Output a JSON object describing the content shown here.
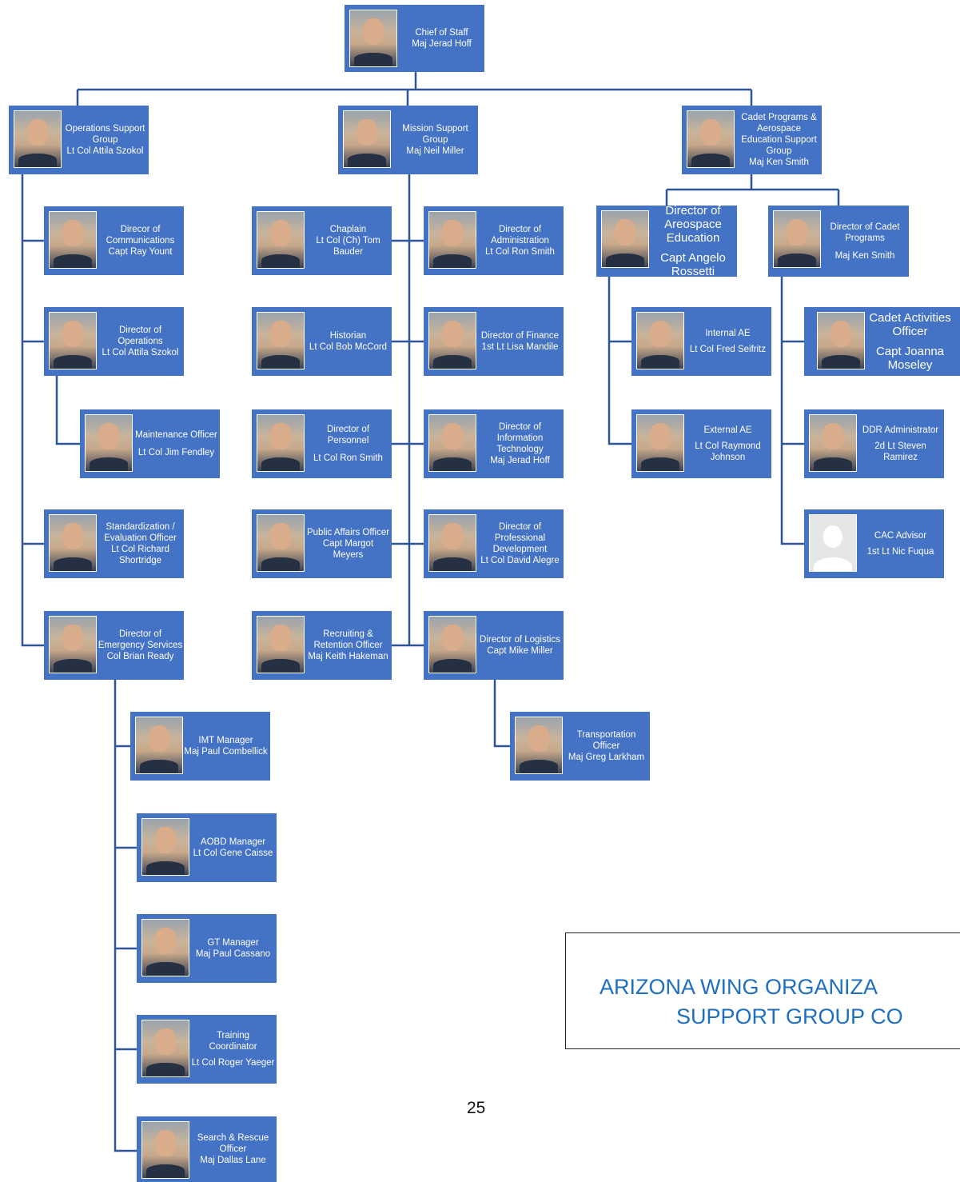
{
  "chief": {
    "title": "Chief of Staff",
    "name": "Maj Jerad Hoff"
  },
  "groups": {
    "operations": {
      "title": "Operations Support Group",
      "name": "Lt Col Attila Szokol"
    },
    "mission": {
      "title": "Mission Support Group",
      "name": "Maj Neil Miller"
    },
    "cadet": {
      "title": "Cadet Programs & Aerospace Education Support Group",
      "name": "Maj Ken Smith"
    }
  },
  "ops": {
    "communications": {
      "title": "Direcor of Communications",
      "name": "Capt Ray Yount"
    },
    "operations": {
      "title": "Director of Operations",
      "name": "Lt Col Attila Szokol"
    },
    "maintenance": {
      "title": "Maintenance Officer",
      "name": "Lt Col Jim Fendley"
    },
    "standardization": {
      "title": "Standardization / Evaluation Officer",
      "name": "Lt Col Richard Shortridge"
    },
    "emergency": {
      "title": "Director of Emergency Services",
      "name": "Col Brian Ready"
    },
    "imt": {
      "title": "IMT Manager",
      "name": "Maj Paul Combellick"
    },
    "aobd": {
      "title": "AOBD Manager",
      "name": "Lt Col Gene Caisse"
    },
    "gt": {
      "title": "GT Manager",
      "name": "Maj Paul Cassano"
    },
    "training": {
      "title": "Training Coordinator",
      "name": "Lt Col Roger Yaeger"
    },
    "sar": {
      "title": "Search & Rescue Officer",
      "name": "Maj Dallas Lane"
    }
  },
  "mission": {
    "chaplain": {
      "title": "Chaplain",
      "name": "Lt Col (Ch) Tom Bauder"
    },
    "historian": {
      "title": "Historian",
      "name": "Lt Col Bob McCord"
    },
    "personnel": {
      "title": "Director of Personnel",
      "name": "Lt Col Ron Smith"
    },
    "public_affairs": {
      "title": "Public Affairs Officer",
      "name": "Capt Margot Meyers"
    },
    "recruiting": {
      "title": "Recruiting & Retention Officer",
      "name": "Maj Keith Hakeman"
    },
    "administration": {
      "title": "Director of Administration",
      "name": "Lt Col Ron Smith"
    },
    "finance": {
      "title": "Director of Finance",
      "name": "1st Lt Lisa Mandile"
    },
    "it": {
      "title": "Director of Information Technology",
      "name": "Maj Jerad Hoff"
    },
    "prof_dev": {
      "title": "Director of Professional Development",
      "name": "Lt Col David Alegre"
    },
    "logistics": {
      "title": "Director of Logistics",
      "name": "Capt Mike Miller"
    },
    "transportation": {
      "title": "Transportation Officer",
      "name": "Maj Greg Larkham"
    }
  },
  "cadet": {
    "ae": {
      "title": "Director of Areospace Education",
      "name": "Capt Angelo Rossetti"
    },
    "cp": {
      "title": "Director of Cadet Programs",
      "name": "Maj Ken Smith"
    },
    "internal_ae": {
      "title": "Internal AE",
      "name": "Lt Col Fred Seifritz"
    },
    "external_ae": {
      "title": "External AE",
      "name": "Lt Col Raymond Johnson"
    },
    "activities": {
      "title": "Cadet Activities Officer",
      "name": "Capt Joanna Moseley"
    },
    "ddr": {
      "title": "DDR Administrator",
      "name": "2d Lt Steven Ramirez"
    },
    "cac": {
      "title": "CAC Advisor",
      "name": "1st Lt Nic Fuqua"
    }
  },
  "footer": {
    "title_line1": "ARIZONA WING ORGANIZA",
    "title_line2": "SUPPORT GROUP CO",
    "page_number": "25"
  }
}
